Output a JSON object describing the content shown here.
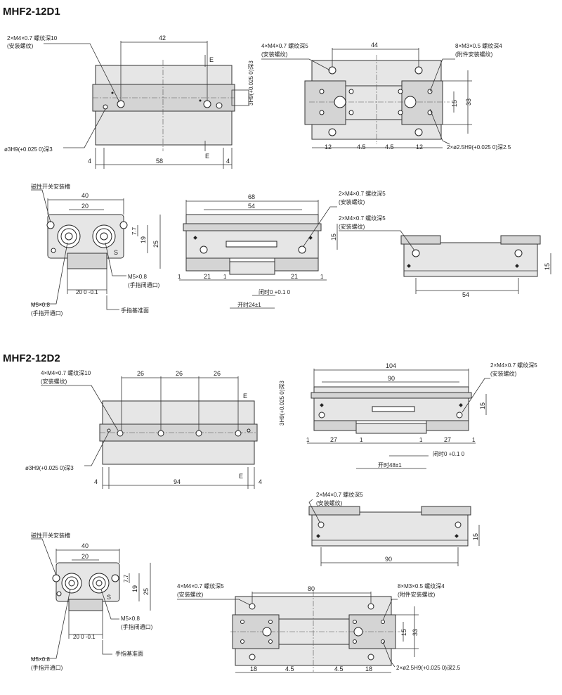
{
  "sections": [
    {
      "title": "MHF2-12D1"
    },
    {
      "title": "MHF2-12D2"
    }
  ],
  "d1": {
    "top": {
      "note1": "2×M4×0.7 螺纹深10",
      "note1b": "(安装螺纹)",
      "dim_42": "42",
      "dim_58": "58",
      "dim_4a": "4",
      "dim_4b": "4",
      "sec_e": "E",
      "bore": "ø3H9(+0.025 0)深3",
      "pin": "3H9(+0.025 0)深3"
    },
    "end": {
      "note1": "4×M4×0.7 螺纹深5",
      "note1b": "(安装螺纹)",
      "note2": "8×M3×0.5 螺纹深4",
      "note2b": "(附件安装螺纹)",
      "dim_44": "44",
      "dim_15": "15",
      "dim_33": "33",
      "dim_12a": "12",
      "dim_45a": "4.5",
      "dim_45b": "4.5",
      "dim_12b": "12",
      "pin": "2×ø2.5H9(+0.025 0)深2.5"
    },
    "side": {
      "note": "磁性开关安装槽",
      "dim_40": "40",
      "dim_20": "20",
      "dim_77": "7.7",
      "dim_19": "19",
      "dim_25": "25",
      "dim_20b": "20 0 -0.1",
      "port1": "M5×0.8",
      "port1b": "(手指闭通口)",
      "port2": "M5×0.8",
      "port2b": "(手指开通口)",
      "ref": "手指基准面"
    },
    "front": {
      "dim_68": "68",
      "dim_54": "54",
      "dim_15": "15",
      "dim_1a": "1",
      "dim_21a": "21",
      "dim_1b": "1",
      "dim_21b": "21",
      "dim_1c": "1",
      "closed": "闭时0 +0.1 0",
      "open": "开时24±1",
      "note": "2×M4×0.7 螺纹深5",
      "noteb": "(安装螺纹)"
    },
    "rear": {
      "note": "2×M4×0.7 螺纹深5",
      "noteb": "(安装螺纹)",
      "dim_15": "15",
      "dim_54": "54"
    }
  },
  "d2": {
    "top": {
      "note1": "4×M4×0.7 螺纹深10",
      "note1b": "(安装螺纹)",
      "dim_26a": "26",
      "dim_26b": "26",
      "dim_26c": "26",
      "dim_94": "94",
      "dim_4a": "4",
      "dim_4b": "4",
      "sec_e": "E",
      "bore": "ø3H9(+0.025 0)深3",
      "pin": "3H9(+0.025 0)深3"
    },
    "front": {
      "dim_104": "104",
      "dim_90": "90",
      "dim_15": "15",
      "dim_1a": "1",
      "dim_27a": "27",
      "dim_1b": "1",
      "dim_1c": "1",
      "dim_27b": "27",
      "dim_1d": "1",
      "closed": "闭时0 +0.1 0",
      "open": "开时48±1",
      "note": "2×M4×0.7 螺纹深5",
      "noteb": "(安装螺纹)"
    },
    "rear": {
      "note": "2×M4×0.7 螺纹深5",
      "noteb": "(安装螺纹)",
      "dim_15": "15",
      "dim_90": "90"
    },
    "side": {
      "note": "磁性开关安装槽",
      "dim_40": "40",
      "dim_20": "20",
      "dim_77": "7.7",
      "dim_19": "19",
      "dim_25": "25",
      "dim_20b": "20 0 -0.1",
      "port1": "M5×0.8",
      "port1b": "(手指闭通口)",
      "port2": "M5×0.8",
      "port2b": "(手指开通口)",
      "ref": "手指基准面"
    },
    "end": {
      "note1": "4×M4×0.7 螺纹深5",
      "note1b": "(安装螺纹)",
      "note2": "8×M3×0.5 螺纹深4",
      "note2b": "(附件安装螺纹)",
      "dim_80": "80",
      "dim_15": "15",
      "dim_33": "33",
      "dim_18a": "18",
      "dim_45a": "4.5",
      "dim_45b": "4.5",
      "dim_18b": "18",
      "pin": "2×ø2.5H9(+0.025 0)深2.5"
    }
  }
}
